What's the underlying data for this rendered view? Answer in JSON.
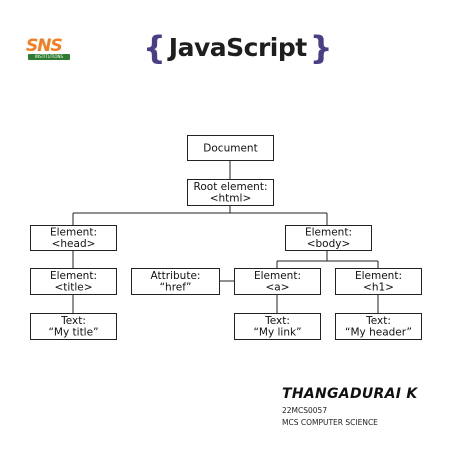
{
  "logo": {
    "letters": "SNS",
    "subtitle": "INSTITUTIONS",
    "colors": {
      "letters": "#f57c20",
      "band": "#2e7d32"
    }
  },
  "header": {
    "open_brace": "{",
    "title": "JavaScript",
    "close_brace": "}",
    "brace_color": "#4a3f87"
  },
  "diagram": {
    "nodes": [
      {
        "id": "document",
        "lines": [
          "Document"
        ]
      },
      {
        "id": "root",
        "lines": [
          "Root element:",
          "<html>"
        ]
      },
      {
        "id": "head",
        "lines": [
          "Element:",
          "<head>"
        ]
      },
      {
        "id": "body",
        "lines": [
          "Element:",
          "<body>"
        ]
      },
      {
        "id": "title",
        "lines": [
          "Element:",
          "<title>"
        ]
      },
      {
        "id": "title-text",
        "lines": [
          "Text:",
          "“My title”"
        ]
      },
      {
        "id": "href",
        "lines": [
          "Attribute:",
          "“href”"
        ]
      },
      {
        "id": "a",
        "lines": [
          "Element:",
          "<a>"
        ]
      },
      {
        "id": "h1",
        "lines": [
          "Element:",
          "<h1>"
        ]
      },
      {
        "id": "link-text",
        "lines": [
          "Text:",
          "“My link”"
        ]
      },
      {
        "id": "header-text",
        "lines": [
          "Text:",
          "“My header”"
        ]
      }
    ],
    "edges": [
      [
        "document",
        "root"
      ],
      [
        "root",
        "head"
      ],
      [
        "root",
        "body"
      ],
      [
        "head",
        "title"
      ],
      [
        "title",
        "title-text"
      ],
      [
        "body",
        "a"
      ],
      [
        "body",
        "h1"
      ],
      [
        "a",
        "href"
      ],
      [
        "a",
        "link-text"
      ],
      [
        "h1",
        "header-text"
      ]
    ]
  },
  "author": {
    "name": "THANGADURAI K",
    "id": "22MCS0057",
    "department": "MCS COMPUTER SCIENCE"
  }
}
